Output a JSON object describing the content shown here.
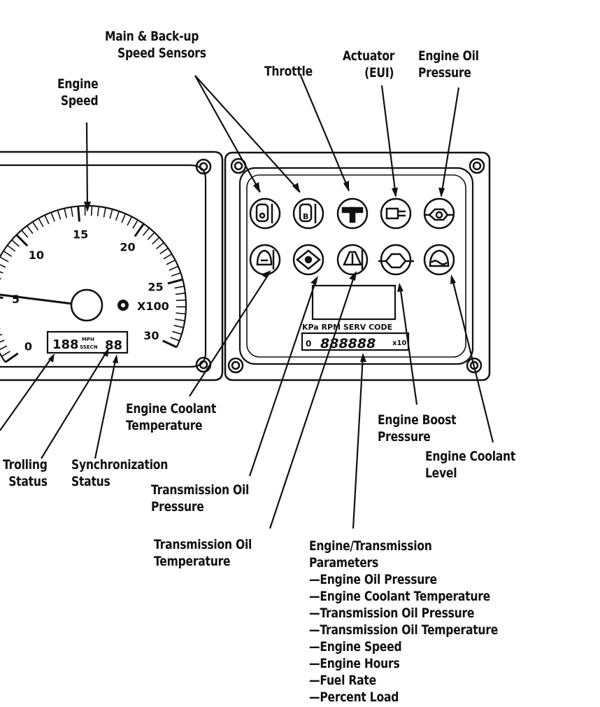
{
  "labels": {
    "engine_speed": [
      "Engine",
      "Speed"
    ],
    "speed_sensors": [
      "Main & Back-up",
      "Speed Sensors"
    ],
    "throttle": "Throttle",
    "actuator": [
      "Actuator",
      "(EUI)"
    ],
    "engine_oil_pressure": [
      "Engine Oil",
      "Pressure"
    ],
    "engine_coolant_temperature": [
      "Engine Coolant",
      "Temperature"
    ],
    "trolling_status": [
      "Trolling",
      "Status"
    ],
    "synchronization_status": [
      "Synchronization",
      "Status"
    ],
    "transmission_oil_pressure": [
      "Transmission Oil",
      "Pressure"
    ],
    "transmission_oil_temperature": [
      "Transmission Oil",
      "Temperature"
    ],
    "engine_boost_pressure": [
      "Engine Boost",
      "Pressure"
    ],
    "engine_coolant_level": [
      "Engine Coolant",
      "Level"
    ],
    "parameters_title": [
      "Engine/Transmission",
      "Parameters"
    ],
    "parameters": [
      "—Engine Oil Pressure",
      "—Engine Coolant Temperature",
      "—Transmission Oil Pressure",
      "—Transmission Oil Temperature",
      "—Engine Speed",
      "—Engine Hours",
      "—Fuel Rate",
      "—Percent Load"
    ]
  },
  "tachometer": {
    "scale_labels": [
      "0",
      "5",
      "10",
      "15",
      "20",
      "25",
      "30"
    ],
    "multiplier": "X100",
    "display_left": "188",
    "display_mid_top": "MPH",
    "display_mid_bottom": "SSECN",
    "display_right": "88"
  },
  "display_panel": {
    "units_row": "KPa RPM SERV CODE",
    "digits": "888888",
    "digit_prefix": "0",
    "x10": "x10"
  },
  "colors": {
    "ink": "#111111",
    "paper": "#ffffff"
  }
}
